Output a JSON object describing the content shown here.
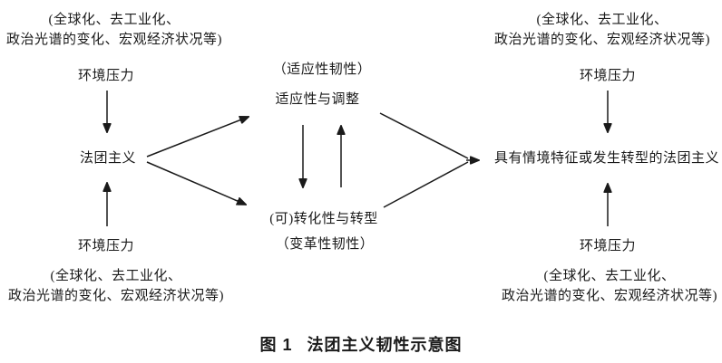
{
  "colors": {
    "background": "#ffffff",
    "text": "#1a1a1a",
    "line": "#1a1a1a"
  },
  "caption": {
    "prefix": "图 1",
    "title": "法团主义韧性示意图"
  },
  "left": {
    "env_top": {
      "paren_line1": "(全球化、去工业化、",
      "paren_line2": "政治光谱的变化、宏观经济状况等)",
      "label": "环境压力"
    },
    "node": "法团主义",
    "env_bottom": {
      "label": "环境压力",
      "paren_line1": "(全球化、去工业化、",
      "paren_line2": "政治光谱的变化、宏观经济状况等)"
    }
  },
  "center": {
    "adaptive": {
      "annotation": "（适应性韧性）",
      "node": "适应性与调整"
    },
    "transformative": {
      "node": "(可)转化性与转型",
      "annotation": "（变革性韧性）"
    }
  },
  "right": {
    "env_top": {
      "paren_line1": "(全球化、去工业化、",
      "paren_line2": "政治光谱的变化、宏观经济状况等)",
      "label": "环境压力"
    },
    "node": "具有情境特征或发生转型的法团主义",
    "env_bottom": {
      "label": "环境压力",
      "paren_line1": "(全球化、去工业化、",
      "paren_line2": "政治光谱的变化、宏观经济状况等)"
    }
  }
}
